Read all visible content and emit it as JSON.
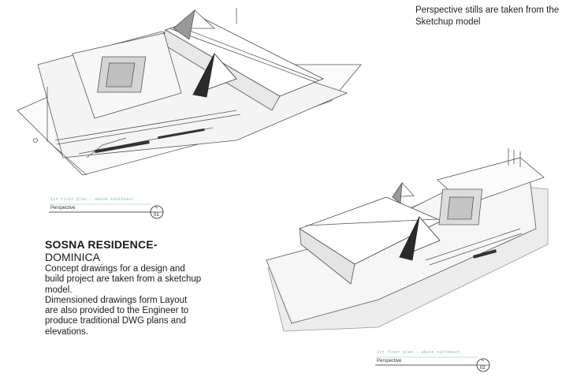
{
  "note": "Perspective stills are taken from the Sketchup model",
  "project": {
    "title_line1": "SOSNA RESIDENCE-",
    "title_line2": "DOMINICA",
    "paragraph1": "Concept drawings for a design and build project are taken from a sketchup model.",
    "paragraph2": "Dimensioned drawings form Layout are also provided to the Engineer to produce traditional DWG plans and elevations."
  },
  "views": [
    {
      "caption": "1st floor plan - above southeast",
      "label": "Perspective",
      "letter": "c",
      "number": "01"
    },
    {
      "caption": "1st floor plan - above northeast",
      "label": "Perspective",
      "letter": "c",
      "number": "02"
    }
  ]
}
